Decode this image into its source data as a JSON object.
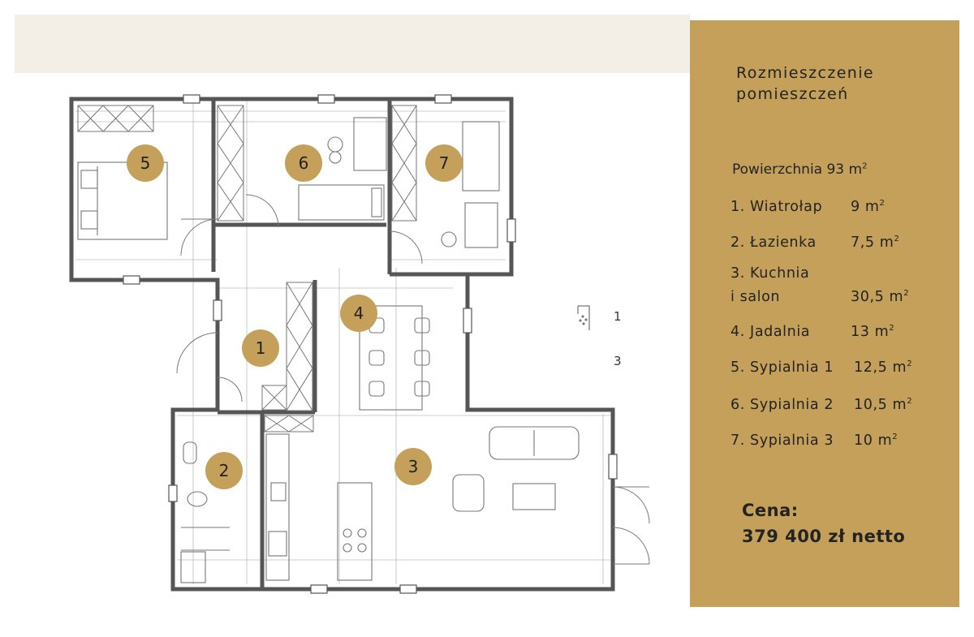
{
  "plan": {
    "room_numbers": [
      "1",
      "2",
      "3",
      "4",
      "5",
      "6",
      "7"
    ],
    "legend_numbers": [
      "1",
      "3"
    ],
    "accent_color": "#c4a05a",
    "wall_color": "#555555"
  },
  "panel": {
    "title": "Rozmieszczenie\npomieszczeń",
    "area_total_text": "Powierzchnia 93 m",
    "area_total_sup": "2",
    "rooms": [
      {
        "name": "1. Wiatrołap",
        "area": "9 m",
        "sup": "2"
      },
      {
        "name": "2. Łazienka",
        "area": "7,5 m",
        "sup": "2"
      },
      {
        "name": "3. Kuchnia",
        "area": "",
        "sup": ""
      },
      {
        "name": "i salon",
        "area": "30,5 m",
        "sup": "2"
      },
      {
        "name": "4. Jadalnia",
        "area": "13 m",
        "sup": "2"
      },
      {
        "name": "5. Sypialnia 1",
        "area": "12,5 m",
        "sup": "2"
      },
      {
        "name": "6. Sypialnia 2",
        "area": "10,5 m",
        "sup": "2"
      },
      {
        "name": "7. Sypialnia 3",
        "area": "10 m",
        "sup": "2"
      }
    ],
    "price_label": "Cena:",
    "price_value": "379 400 zł netto",
    "background_color": "#c4a05a"
  }
}
